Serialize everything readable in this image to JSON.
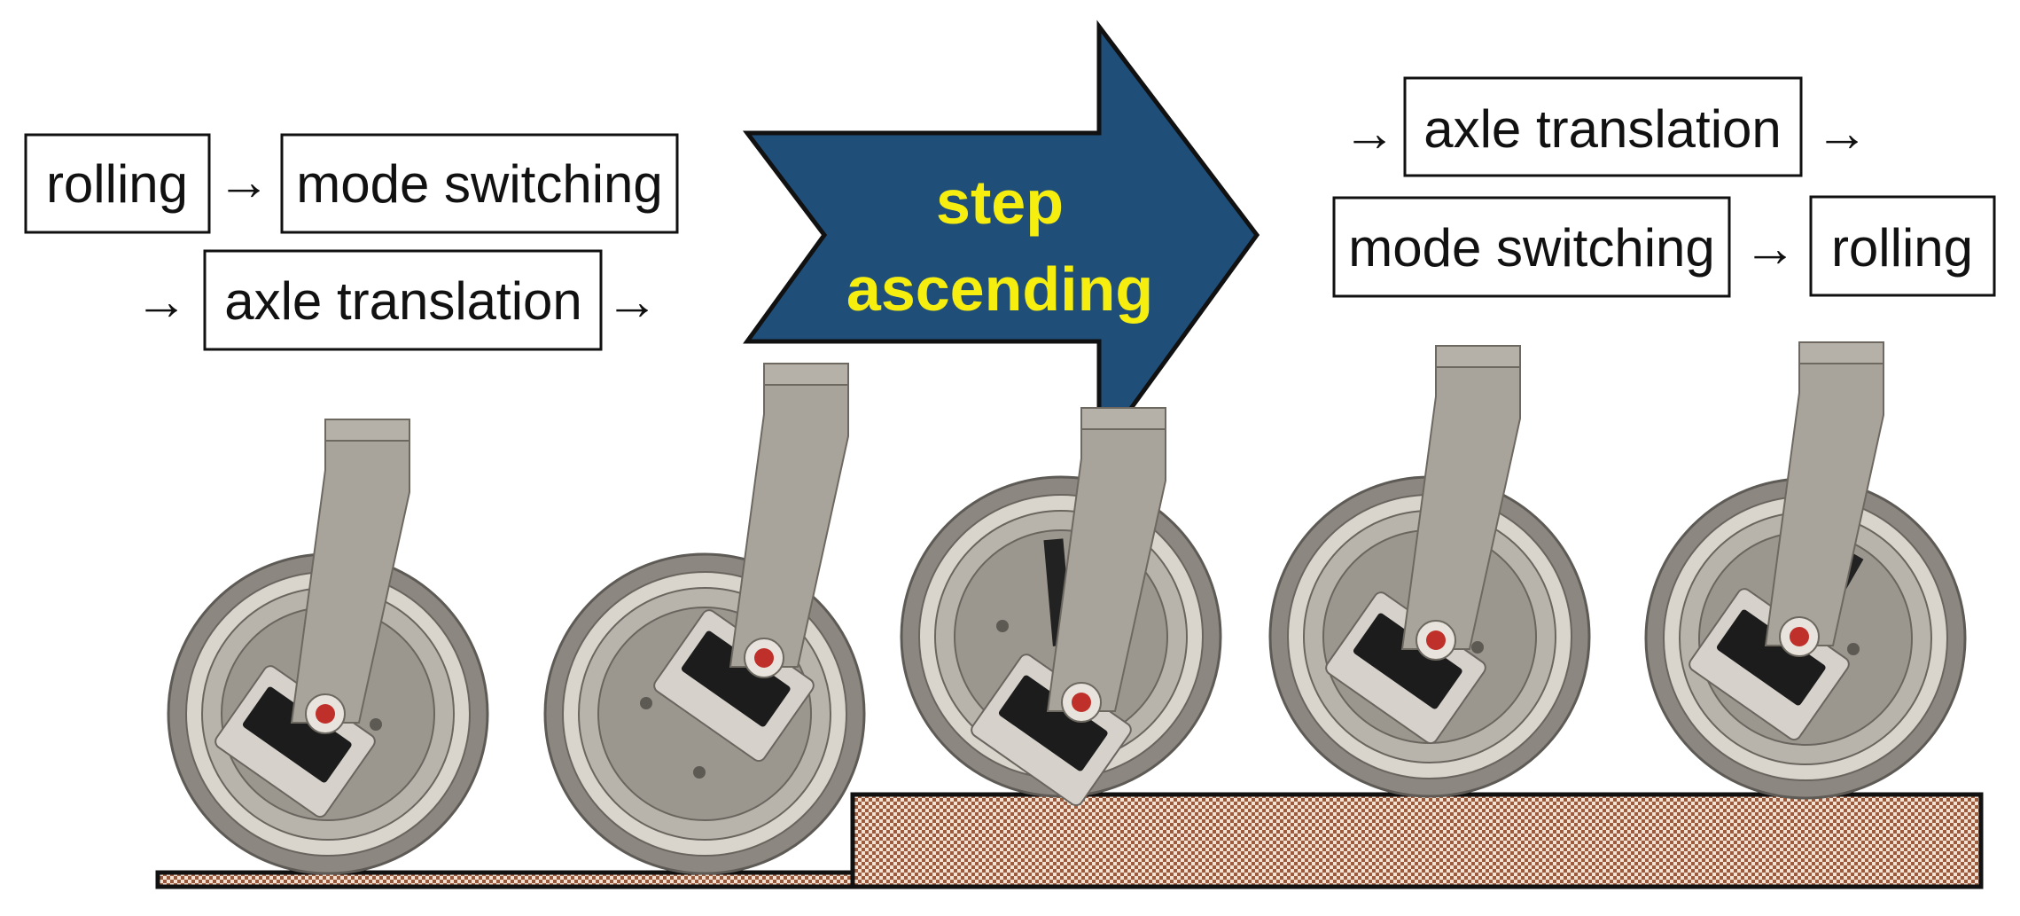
{
  "colors": {
    "arrow_fill": "#1f4e79",
    "arrow_text": "#f5ee0f",
    "step_fill": "#c69a7e",
    "wheel_tire": "#8c8780",
    "wheel_hub": "#b9b4ab",
    "leg": "#a8a39b",
    "axle_pin": "#c0302a",
    "servo": "#1c1c1c",
    "plate": "#d6d2cb"
  },
  "left_sequence": {
    "rolling": "rolling",
    "mode_switching": "mode switching",
    "axle_translation": "axle translation"
  },
  "center_arrow": {
    "line1": "step",
    "line2": "ascending"
  },
  "right_sequence": {
    "axle_translation": "axle translation",
    "mode_switching": "mode switching",
    "rolling": "rolling"
  },
  "arrow_glyph": "→"
}
